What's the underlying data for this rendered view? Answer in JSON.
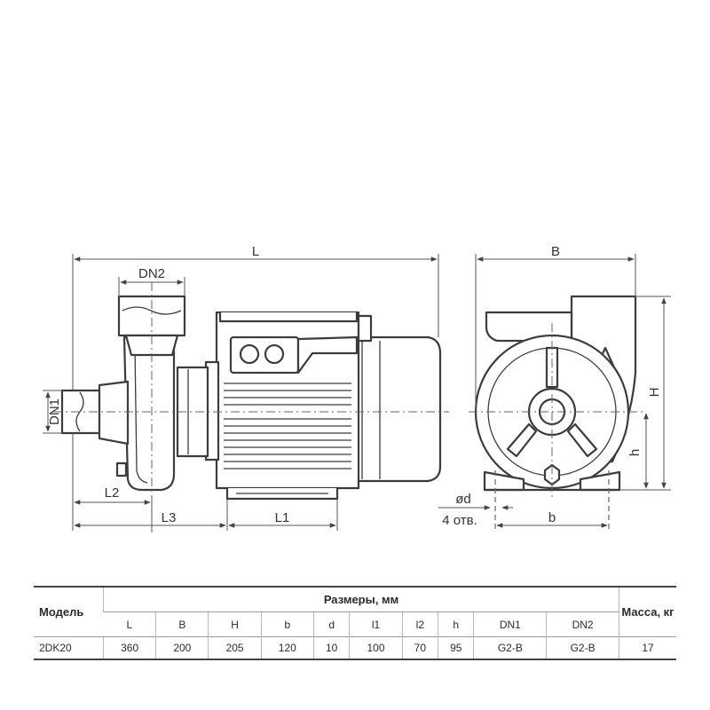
{
  "labels": {
    "L": "L",
    "B": "B",
    "H": "H",
    "h": "h",
    "b": "b",
    "L1": "L1",
    "L2": "L2",
    "L3": "L3",
    "DN1": "DN1",
    "DN2": "DN2",
    "d": "ød",
    "holes": "4 отв."
  },
  "table": {
    "model_header": "Модель",
    "dims_header": "Размеры, мм",
    "mass_header": "Масса, кг",
    "columns": [
      "L",
      "B",
      "H",
      "b",
      "d",
      "l1",
      "l2",
      "h",
      "DN1",
      "DN2"
    ],
    "rows": [
      {
        "model": "2DK20",
        "values": [
          "360",
          "200",
          "205",
          "120",
          "10",
          "100",
          "70",
          "95",
          "G2-B",
          "G2-B"
        ],
        "mass": "17"
      }
    ]
  }
}
